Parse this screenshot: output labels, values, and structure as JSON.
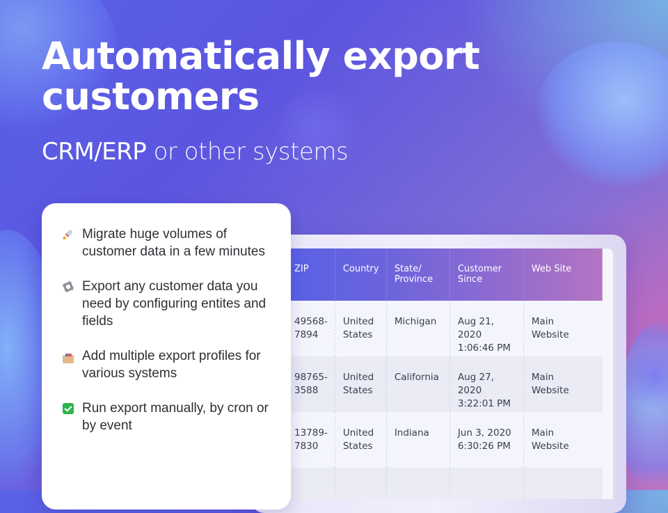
{
  "hero": {
    "headline_line1": "Automatically export",
    "headline_line2": "customers",
    "subline_strong": "CRM/ERP",
    "subline_rest": " or other systems"
  },
  "features": [
    {
      "icon": "rocket-icon",
      "text": "Migrate huge volumes of customer data in a few minutes"
    },
    {
      "icon": "gear-icon",
      "text": "Export any customer data you need by configuring entites and fields"
    },
    {
      "icon": "card-file-box-icon",
      "text": "Add multiple export profiles for various systems"
    },
    {
      "icon": "check-mark-icon",
      "text": "Run export manually, by cron or by event"
    }
  ],
  "table": {
    "headers": {
      "zip": "ZIP",
      "country": "Country",
      "state_line1": "State/",
      "state_line2": "Province",
      "since_line1": "Customer",
      "since_line2": "Since",
      "web": "Web Site"
    },
    "rows": [
      {
        "zip1": "49568-",
        "zip2": "7894",
        "country1": "United",
        "country2": "States",
        "state": "Michigan",
        "since1": "Aug 21, 2020",
        "since2": "1:06:46 PM",
        "web1": "Main",
        "web2": "Website"
      },
      {
        "zip1": "98765-",
        "zip2": "3588",
        "country1": "United",
        "country2": "States",
        "state": "California",
        "since1": "Aug 27, 2020",
        "since2": "3:22:01 PM",
        "web1": "Main",
        "web2": "Website"
      },
      {
        "zip1": "13789-",
        "zip2": "7830",
        "country1": "United",
        "country2": "States",
        "state": "Indiana",
        "since1": "Jun 3, 2020",
        "since2": "6:30:26 PM",
        "web1": "Main",
        "web2": "Website"
      }
    ]
  },
  "colors": {
    "header_gradient_start": "#5660e6",
    "header_gradient_end": "#b474c2",
    "card_background": "#ffffff",
    "body_text": "#2f2f35"
  }
}
